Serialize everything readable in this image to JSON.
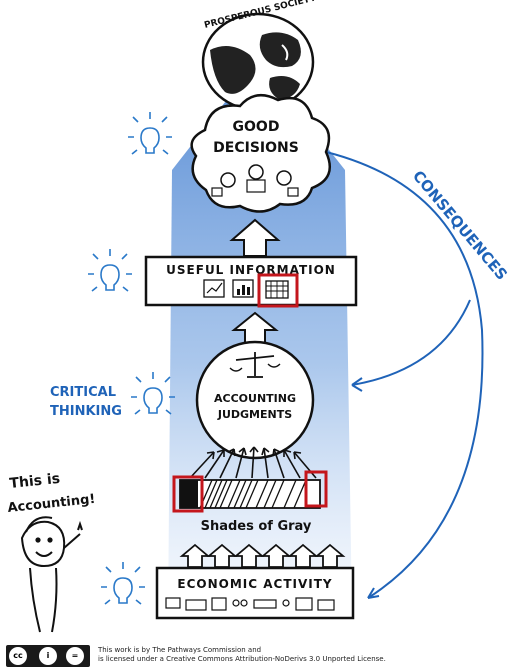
{
  "labels": {
    "prosperous_society": "PROSPEROUS SOCIETY",
    "good_decisions_1": "GOOD",
    "good_decisions_2": "DECISIONS",
    "useful_information": "USEFUL INFORMATION",
    "accounting_judgments_1": "ACCOUNTING",
    "accounting_judgments_2": "JUDGMENTS",
    "critical_thinking_1": "CRITICAL",
    "critical_thinking_2": "THINKING",
    "shades_of_gray": "Shades of Gray",
    "economic_activity": "ECONOMIC ACTIVITY",
    "consequences": "CONSEQUENCES",
    "this_is_accounting_1": "This is",
    "this_is_accounting_2": "Accounting!"
  },
  "footer": {
    "line1": "This work is by The Pathways Commission and",
    "line2": "is licensed under a Creative Commons Attribution-NoDerivs 3.0 Unported License."
  },
  "colors": {
    "beam": "#5b8fd6",
    "ink": "#111111",
    "accent_blue": "#1f63b8",
    "highlight_red": "#c4161c",
    "bulb": "#2a79c9"
  },
  "icons": {
    "cc_logo": "creative-commons-badge",
    "lightbulb": "lightbulb-icon",
    "globe": "globe-icon",
    "scale": "balance-scale-icon"
  }
}
